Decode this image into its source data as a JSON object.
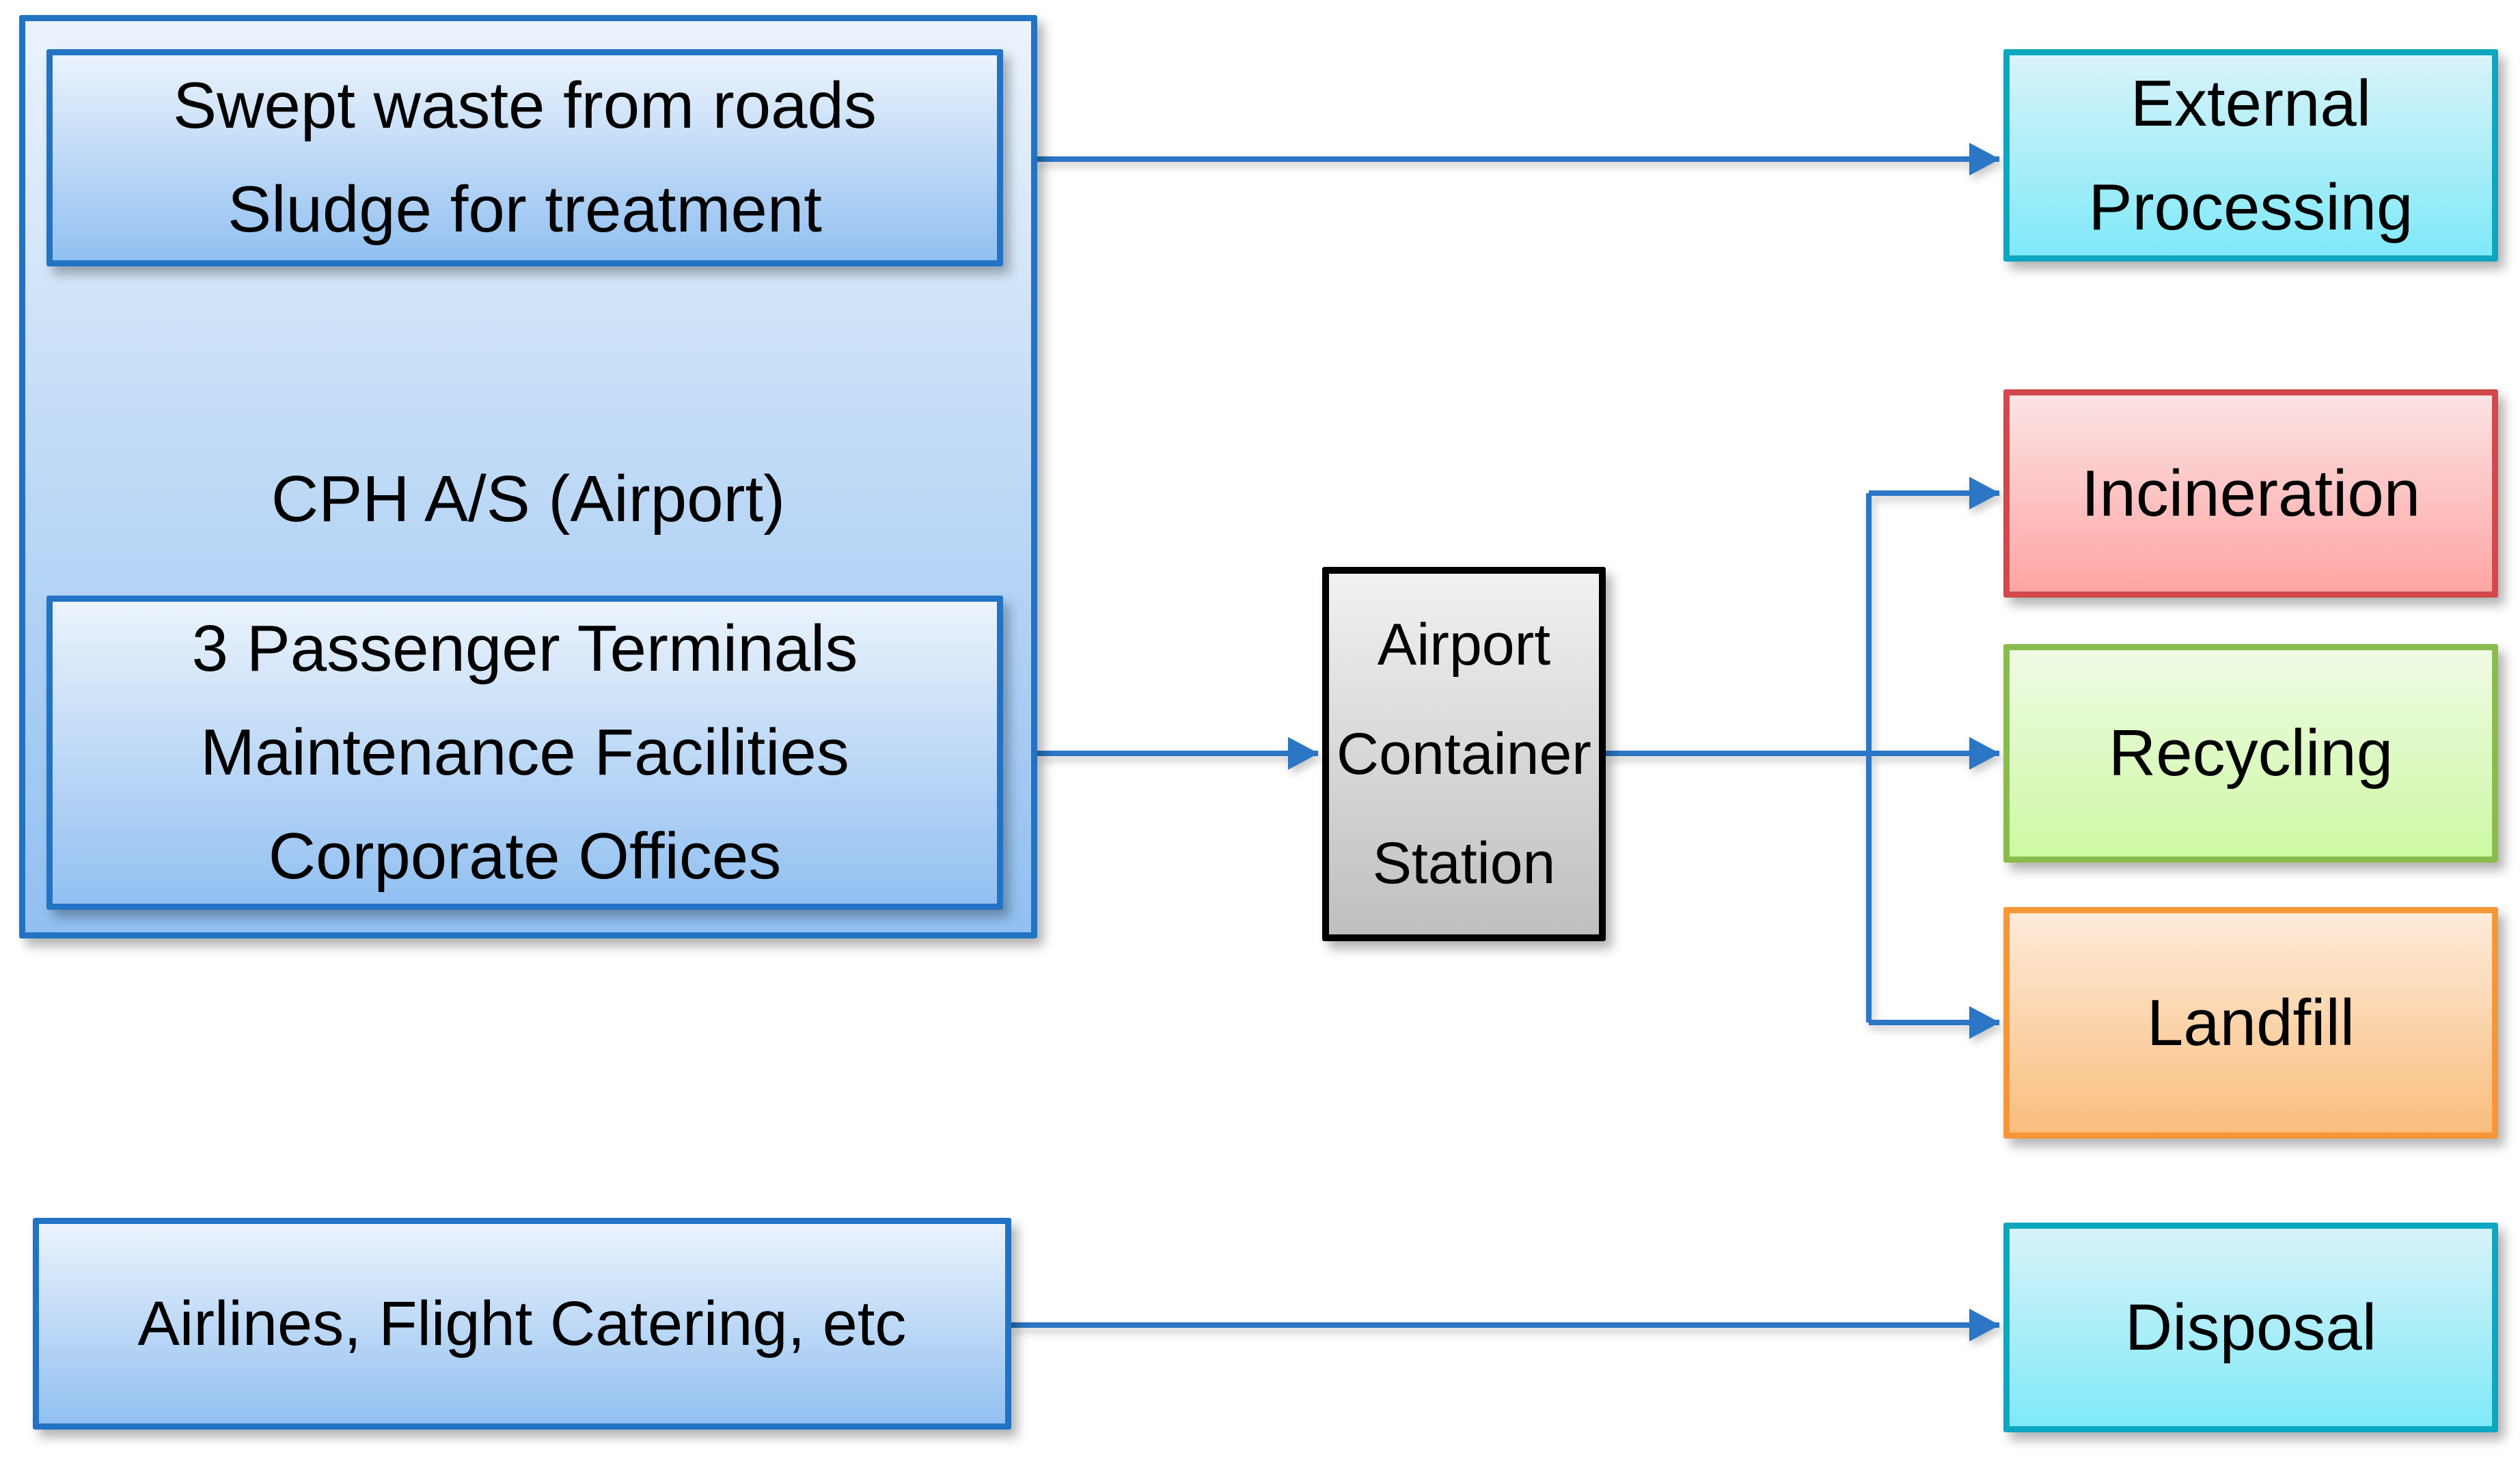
{
  "colors": {
    "text": "#000000",
    "arrow": "#2B76C5",
    "blue_border": "#2273C4",
    "blue_fill_top": "#EBF3FC",
    "blue_fill_bottom": "#92C0F1",
    "gray_border": "#000000",
    "gray_fill_top": "#F1F1F1",
    "gray_fill_bottom": "#BFBFBF",
    "cyan_border": "#0DA7BF",
    "cyan_fill_top": "#D9F3F9",
    "cyan_fill_bottom": "#7FE9F8",
    "red_border": "#D2494B",
    "red_fill_top": "#FBE3E4",
    "red_fill_bottom": "#FFA5A3",
    "green_border": "#8ABC4D",
    "green_fill_top": "#EFFAE4",
    "green_fill_bottom": "#CDF9A4",
    "orange_border": "#F79637",
    "orange_fill_top": "#FEEBDA",
    "orange_fill_bottom": "#F9BE7D"
  },
  "nodes": {
    "cph_airport": {
      "label": "CPH A/S (Airport)"
    },
    "swept_sludge": {
      "lines": [
        "Swept waste from roads",
        "Sludge for treatment"
      ]
    },
    "cph_terminals": {
      "lines": [
        "3 Passenger Terminals",
        "Maintenance Facilities",
        "Corporate Offices"
      ]
    },
    "airlines": {
      "label": "Airlines, Flight Catering, etc"
    },
    "container_station": {
      "lines": [
        "Airport",
        "Container",
        "Station"
      ]
    },
    "external_processing": {
      "lines": [
        "External",
        "Processing"
      ]
    },
    "incineration": {
      "label": "Incineration"
    },
    "recycling": {
      "label": "Recycling"
    },
    "landfill": {
      "label": "Landfill"
    },
    "disposal": {
      "label": "Disposal"
    }
  },
  "edges": [
    {
      "from": "swept_sludge",
      "to": "external_processing"
    },
    {
      "from": "cph_terminals",
      "to": "container_station"
    },
    {
      "from": "container_station",
      "to": "incineration"
    },
    {
      "from": "container_station",
      "to": "recycling"
    },
    {
      "from": "container_station",
      "to": "landfill"
    },
    {
      "from": "airlines",
      "to": "disposal"
    }
  ]
}
